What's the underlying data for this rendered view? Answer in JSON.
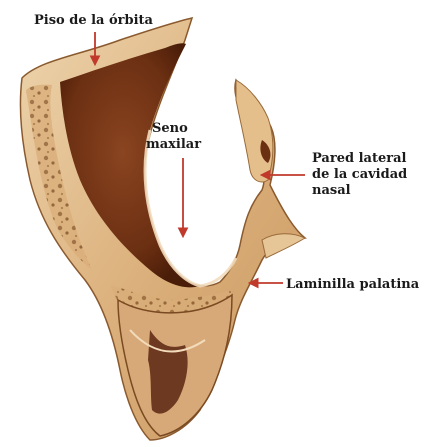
{
  "labels": {
    "orbit_floor": "Piso de la órbita",
    "sinus_line1": "Seno",
    "sinus_line2": "maxilar",
    "nasal_wall_line1": "Pared lateral",
    "nasal_wall_line2": "de la cavidad",
    "nasal_wall_line3": "nasal",
    "palatine": "Laminilla palatina"
  },
  "colors": {
    "bone_light": "#e8c9a0",
    "bone_mid": "#c9965e",
    "sinus_dark": "#6b2f12",
    "sinus_deep": "#4a1d08",
    "arrow": "#c0392b",
    "label_text": "#1a1a1a"
  }
}
